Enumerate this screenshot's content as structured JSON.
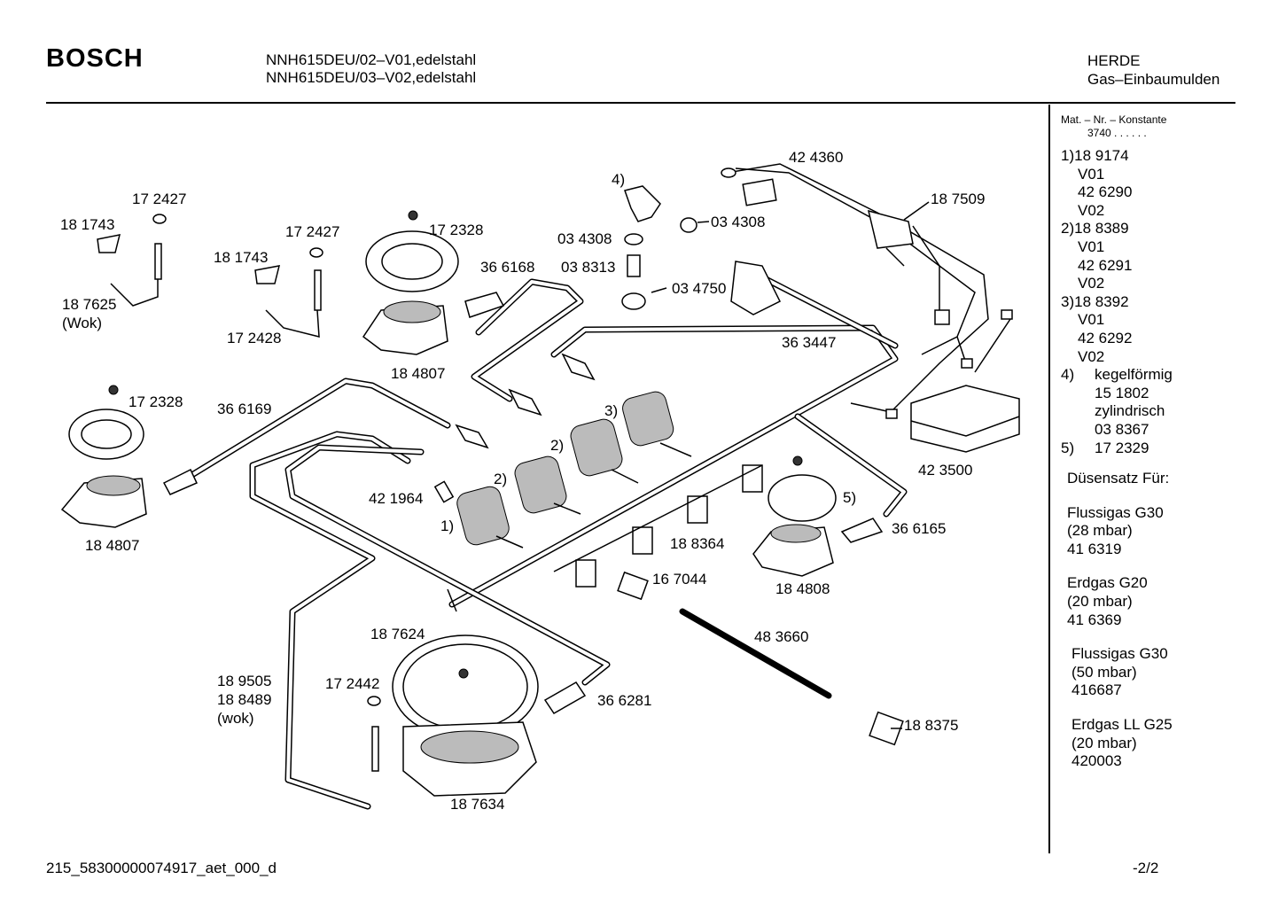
{
  "header": {
    "brand": "BOSCH",
    "model_line1": "NNH615DEU/02–V01,edelstahl",
    "model_line2": "NNH615DEU/03–V02,edelstahl",
    "category_line1": "HERDE",
    "category_line2": "Gas–Einbaumulden"
  },
  "sidebar": {
    "const_label": "Mat. – Nr. – Konstante",
    "const_value": "3740  .  .   .  .  .  .",
    "variants": [
      {
        "num": "1)",
        "part": "18 9174"
      },
      {
        "text": "V01"
      },
      {
        "text": "42 6290"
      },
      {
        "text": "V02"
      },
      {
        "num": "2)",
        "part": "18 8389"
      },
      {
        "text": "V01"
      },
      {
        "text": "42 6291"
      },
      {
        "text": "V02"
      },
      {
        "num": "3)",
        "part": "18 8392"
      },
      {
        "text": "V01"
      },
      {
        "text": "42 6292"
      },
      {
        "text": "V02"
      }
    ],
    "note4_num": "4)",
    "note4_lines": [
      "kegelförmig",
      "15 1802",
      "zylindrisch",
      "03 8367"
    ],
    "note5_num": "5)",
    "note5_part": "17 2329",
    "nozzle_title": "Düsensatz Für:",
    "nozzle_sets": [
      {
        "gas": "Flussigas G30",
        "pressure": "(28 mbar)",
        "part": "41 6319"
      },
      {
        "gas": "Erdgas G20",
        "pressure": "(20 mbar)",
        "part": "41 6369"
      },
      {
        "gas": "Flussigas G30",
        "pressure": "(50 mbar)",
        "part": "416687"
      },
      {
        "gas": "Erdgas LL G25",
        "pressure": "(20 mbar)",
        "part": "420003"
      }
    ]
  },
  "diagram_labels": {
    "l_172427_a": "17 2427",
    "l_181743_a": "18 1743",
    "l_187625": "18 7625",
    "l_wok_a": "(Wok)",
    "l_172427_b": "17 2427",
    "l_181743_b": "18 1743",
    "l_172428": "17 2428",
    "l_172328_a": "17 2328",
    "l_184807_a": "18 4807",
    "l_366168": "36 6168",
    "l_172328_b": "17 2328",
    "l_366169": "36 6169",
    "l_184807_b": "18 4807",
    "l_4": "4)",
    "l_034308_a": "03 4308",
    "l_038313": "03 8313",
    "l_034308_b": "03 4308",
    "l_034750": "03 4750",
    "l_424360": "42 4360",
    "l_187509": "18 7509",
    "l_363447": "36 3447",
    "l_3": "3)",
    "l_2a": "2)",
    "l_2b": "2)",
    "l_1": "1)",
    "l_421964": "42 1964",
    "l_423500": "42 3500",
    "l_5": "5)",
    "l_366165": "36 6165",
    "l_188364": "18 8364",
    "l_167044": "16 7044",
    "l_184808": "18 4808",
    "l_483660": "48 3660",
    "l_187624": "18 7624",
    "l_189505": "18 9505",
    "l_188489": "18 8489",
    "l_wok_b": "(wok)",
    "l_172442": "17 2442",
    "l_366281": "36 6281",
    "l_188375": "18 8375",
    "l_187634": "18 7634"
  },
  "footer": {
    "doc_id": "215_58300000074917_aet_000_d",
    "page": "-2/2"
  }
}
